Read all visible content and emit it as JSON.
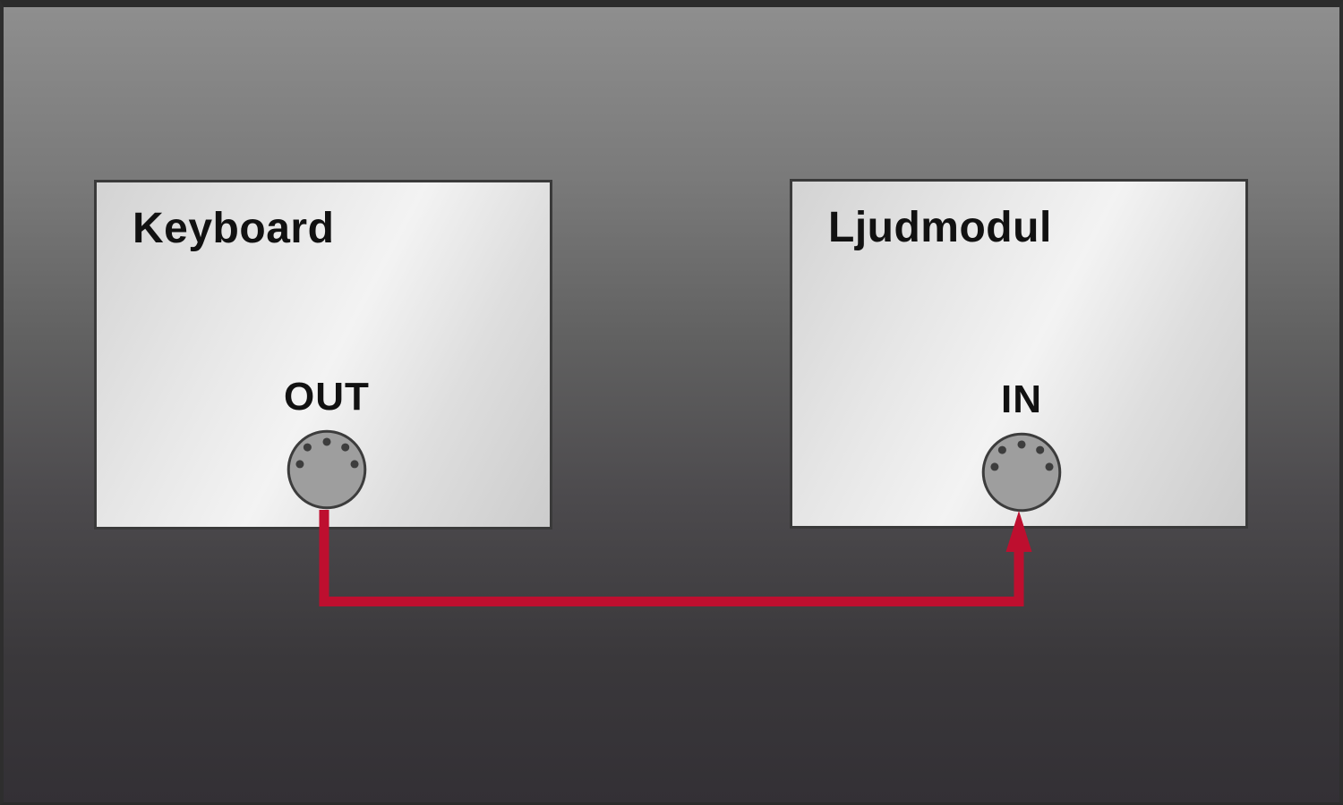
{
  "devices": [
    {
      "title": "Keyboard",
      "port_label": "OUT",
      "port_icon": "midi-din-5-socket"
    },
    {
      "title": "Ljudmodul",
      "port_label": "IN",
      "port_icon": "midi-din-5-socket"
    }
  ],
  "cable": {
    "description_color": "#be0f2f",
    "from_label": "OUT",
    "to_label": "IN"
  },
  "colors": {
    "cable": "#be0f2f",
    "box_border": "#3a3a3a",
    "connector_fill": "#9e9e9e",
    "connector_detail": "#3c3c3c",
    "text": "#111111"
  }
}
